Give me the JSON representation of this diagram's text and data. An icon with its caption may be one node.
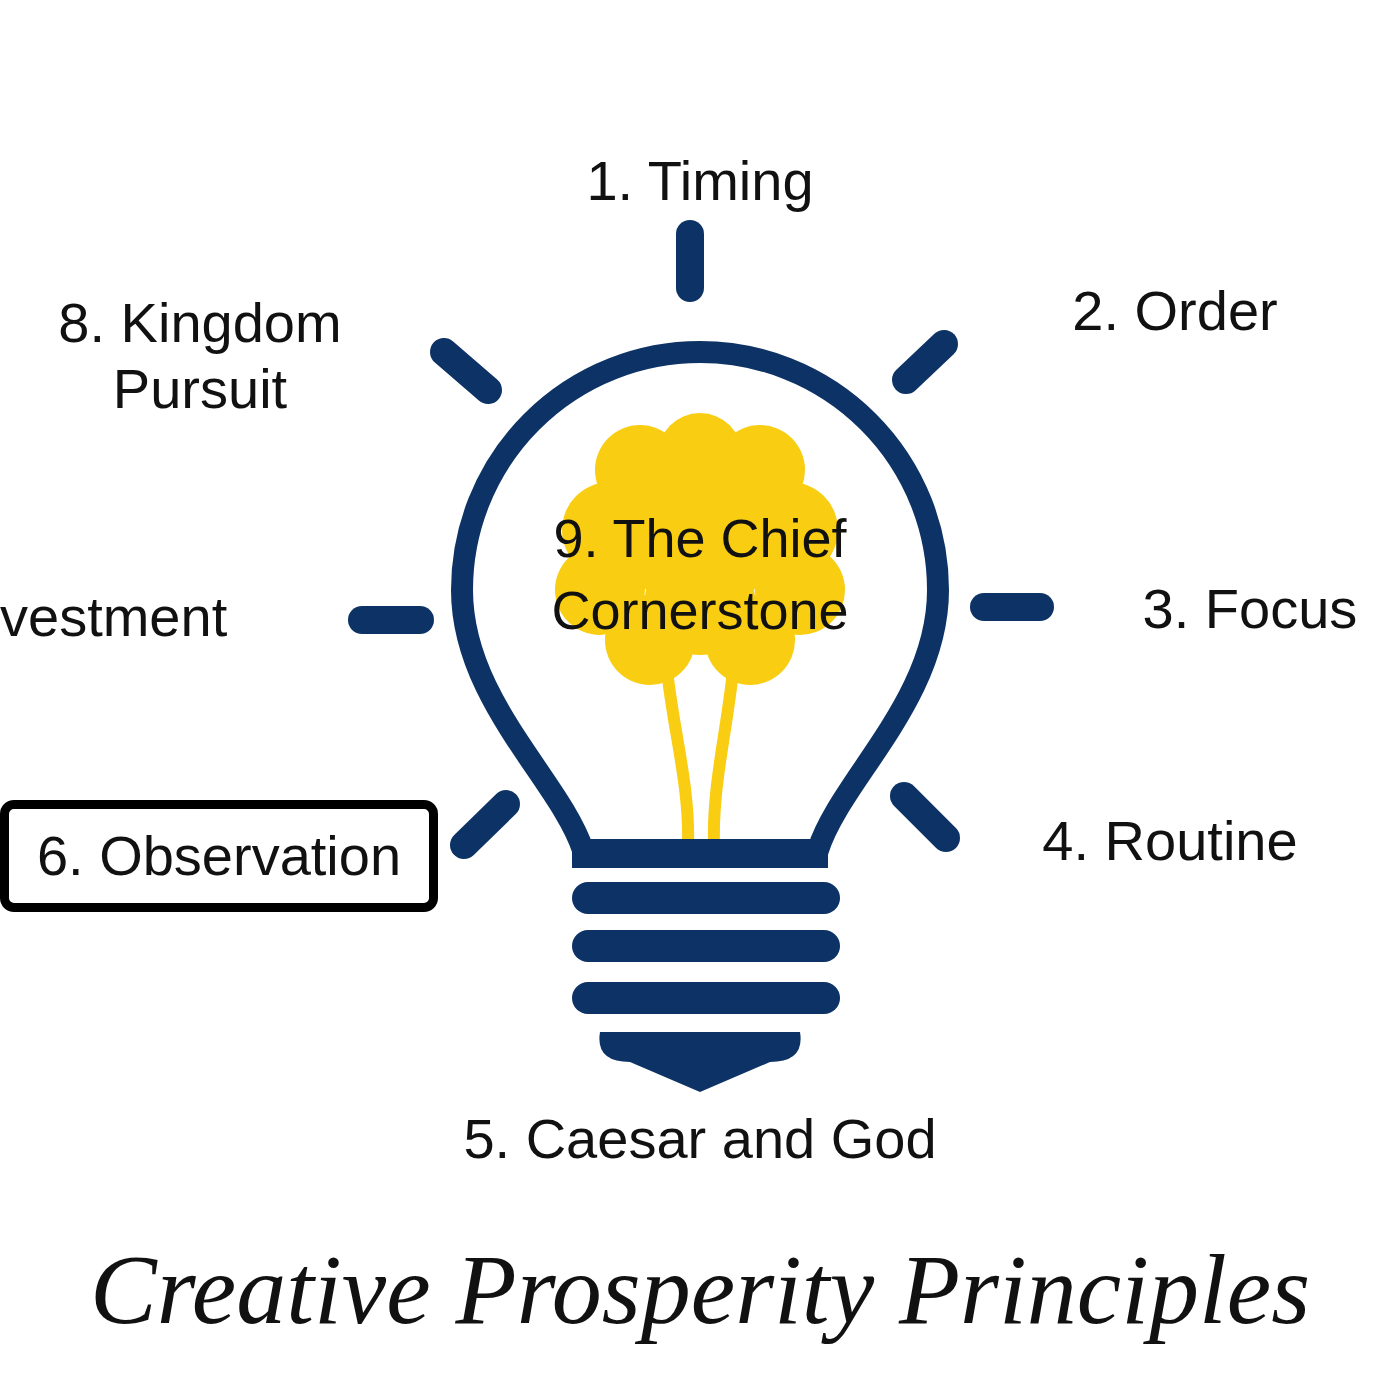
{
  "diagram": {
    "caption": "Creative Prosperity Principles",
    "nodes": [
      {
        "text": [
          "9. The Chief Cornerstone"
        ]
      },
      {
        "text": [
          "6. Observation"
        ]
      }
    ],
    "labels": [
      "1. Timing",
      "8. Kingdom Pursuit",
      "2. Order",
      "vestment",
      "3. Focus",
      "4. Routine",
      "5. Caesar and God"
    ]
  }
}
